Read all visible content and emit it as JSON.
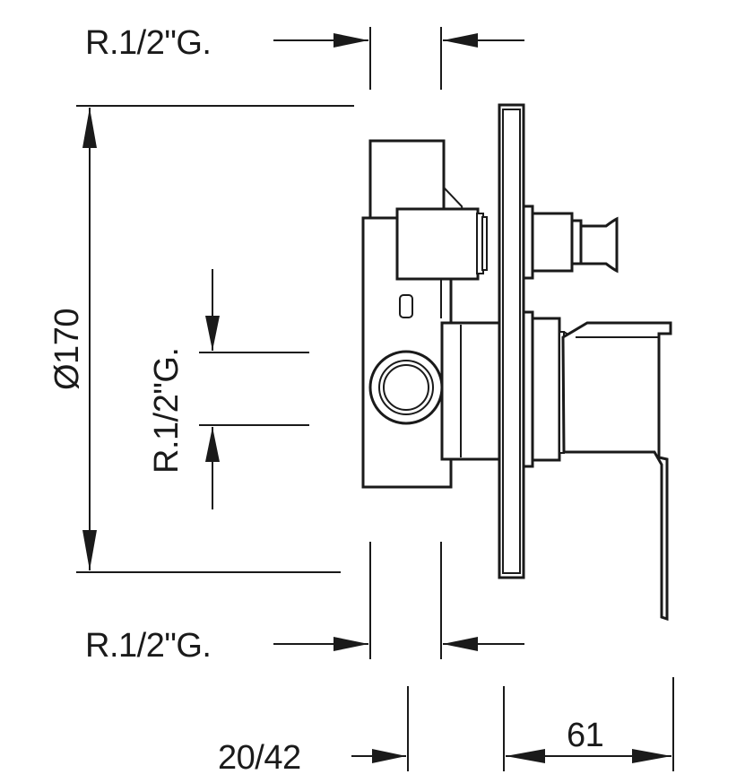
{
  "labels": {
    "top_thread": "R.1/2\"G.",
    "side_thread": "R.1/2\"G.",
    "bottom_thread": "R.1/2\"G.",
    "diameter": "Ø170",
    "depth": "20/42",
    "projection": "61"
  },
  "colors": {
    "line": "#1a1a1a",
    "background": "#ffffff"
  }
}
